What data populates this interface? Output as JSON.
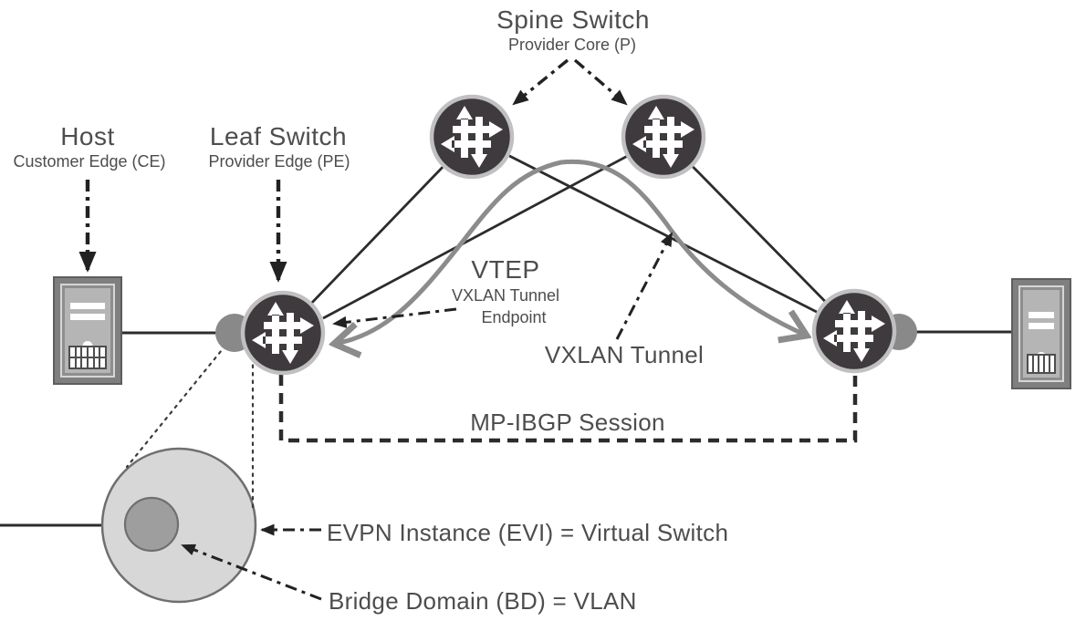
{
  "diagram_title": "EVPN-VXLAN fabric concept diagram",
  "labels": {
    "spine": {
      "title": "Spine Switch",
      "subtitle": "Provider Core (P)"
    },
    "host": {
      "title": "Host",
      "subtitle": "Customer Edge (CE)"
    },
    "leaf": {
      "title": "Leaf Switch",
      "subtitle": "Provider Edge (PE)"
    },
    "vtep": {
      "title": "VTEP",
      "subtitle_line1": "VXLAN Tunnel",
      "subtitle_line2": "Endpoint"
    },
    "vxlan_tunnel": "VXLAN Tunnel",
    "mp_ibgp": "MP-IBGP Session",
    "evi": "EVPN Instance (EVI) = Virtual Switch",
    "bd": "Bridge Domain (BD) = VLAN"
  },
  "topology": {
    "nodes": [
      {
        "id": "host-left",
        "type": "host",
        "role": "Customer Edge (CE)"
      },
      {
        "id": "leaf-left",
        "type": "leaf-switch",
        "role": "Provider Edge (PE)"
      },
      {
        "id": "spine-left",
        "type": "spine-switch",
        "role": "Provider Core (P)"
      },
      {
        "id": "spine-right",
        "type": "spine-switch",
        "role": "Provider Core (P)"
      },
      {
        "id": "leaf-right",
        "type": "leaf-switch",
        "role": "Provider Edge (PE)"
      },
      {
        "id": "host-right",
        "type": "host",
        "role": "Customer Edge (CE)"
      }
    ],
    "links": [
      {
        "from": "host-left",
        "to": "leaf-left",
        "style": "solid"
      },
      {
        "from": "leaf-left",
        "to": "spine-left",
        "style": "solid"
      },
      {
        "from": "leaf-left",
        "to": "spine-right",
        "style": "solid"
      },
      {
        "from": "leaf-right",
        "to": "spine-left",
        "style": "solid"
      },
      {
        "from": "leaf-right",
        "to": "spine-right",
        "style": "solid"
      },
      {
        "from": "leaf-right",
        "to": "host-right",
        "style": "solid"
      },
      {
        "from": "leaf-left",
        "to": "leaf-right",
        "style": "gray-arc",
        "meaning": "VXLAN Tunnel"
      },
      {
        "from": "leaf-left",
        "to": "leaf-right",
        "style": "dashed-elbow",
        "meaning": "MP-IBGP Session"
      }
    ],
    "inset": {
      "outer_circle": "EVPN Instance (EVI) = Virtual Switch",
      "inner_circle": "Bridge Domain (BD) = VLAN"
    }
  },
  "colors": {
    "background": "#ffffff",
    "text": "#4d4d4d",
    "line": "#2c2c2c",
    "tunnel_gray": "#8c8c8c",
    "switch_fill": "#3e3a3d",
    "switch_ring": "#c0c0c0",
    "port_fill": "#898989",
    "evi_fill": "#d7d7d7",
    "bd_fill": "#9e9e9e",
    "circle_stroke": "#6f6f6f",
    "host_body": "#7f7f7f",
    "host_panel": "#b5b5b5"
  },
  "icons": {
    "switch": "juniper-router-cross-arrows-icon",
    "host": "tower-computer-icon"
  }
}
